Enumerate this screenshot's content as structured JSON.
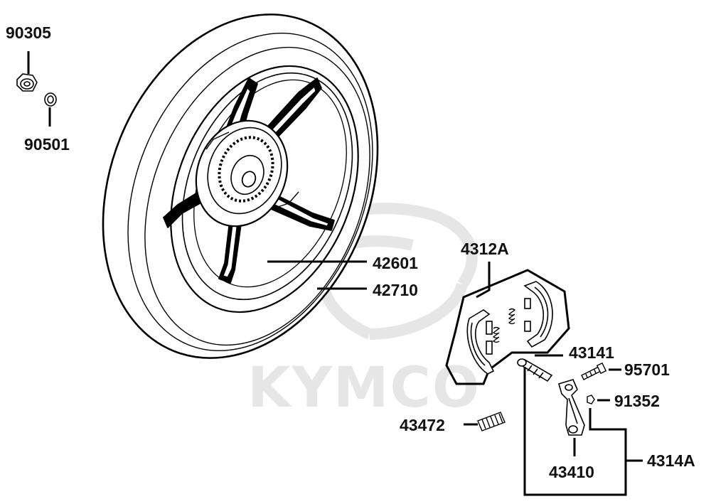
{
  "brand": {
    "watermark": "KYMCO",
    "watermark_color": "#e6e6e6"
  },
  "colors": {
    "line": "#000000",
    "background": "#ffffff"
  },
  "parts": {
    "nut": "90305",
    "washer": "90501",
    "wheel_rim": "42601",
    "tire": "42710",
    "brake_shoe_set": "4312A",
    "brake_cam": "43141",
    "bolt": "95701",
    "cam_nut": "91352",
    "return_spring": "43472",
    "brake_arm": "43410",
    "brake_arm_set": "4314A"
  }
}
